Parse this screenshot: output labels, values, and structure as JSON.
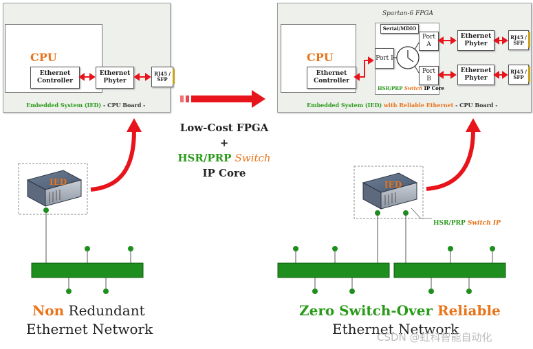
{
  "left": {
    "cpu": "CPU",
    "ethernet_controller": "Ethernet Controller",
    "ethernet_phyter": "Ethernet Phyter",
    "rj45": "RJ45 / SFP",
    "caption_green": "Embedded System (IED)",
    "caption_rest": "- CPU Board -",
    "ied_label": "IED",
    "network_title_accent": "Non",
    "network_title_rest": "Redundant",
    "network_subtitle": "Ethernet Network"
  },
  "right": {
    "fpga_title": "Spartan-6 FPGA",
    "cpu": "CPU",
    "ethernet_controller": "Ethernet Controller",
    "serial_mdio": "Serial/MDIO",
    "port_i": "Port I",
    "port_a": "Port A",
    "port_b": "Port B",
    "core_green": "HSR/PRP",
    "core_orange": "Switch",
    "core_rest": "IP Core",
    "phyter_top": "Ethernet Phyter",
    "phyter_bottom": "Ethernet Phyter",
    "rj45_top": "RJ45 / SFP",
    "rj45_bottom": "RJ45 / SFP",
    "caption_green": "Embedded System (IED)",
    "caption_orange": "with Reliable Ethernet",
    "caption_rest": "- CPU Board -",
    "ied_label": "IED",
    "switch_ip_green": "HSR/PRP",
    "switch_ip_orange": "Switch IP",
    "network_title_green": "Zero Switch-Over",
    "network_title_orange": "Reliable",
    "network_subtitle": "Ethernet Network"
  },
  "center": {
    "line1": "Low-Cost FPGA",
    "line2": "+",
    "line3_green": "HSR/PRP",
    "line3_orange": "Switch",
    "line4": "IP Core"
  },
  "watermark": "CSDN @虹科智能自动化",
  "colors": {
    "green": "#2a9a1a",
    "orange": "#e8741b",
    "red": "#e8141b",
    "bus": "#1e8f1e"
  }
}
